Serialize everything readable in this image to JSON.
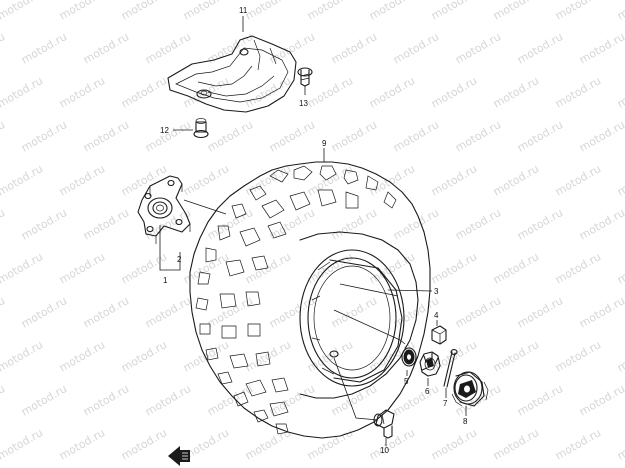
{
  "watermark": "motod.ru",
  "callouts": {
    "c1": "1",
    "c2": "2",
    "c3": "3",
    "c4": "4",
    "c5": "5",
    "c6": "6",
    "c7": "7",
    "c8": "8",
    "c9": "9",
    "c10": "10",
    "c11": "11",
    "c12": "12",
    "c13": "13"
  },
  "parts": {
    "hub": "wheel-hub",
    "tire": "tire",
    "rim": "wheel-rim",
    "guard": "skid-plate",
    "bolt12": "bolt",
    "bolt13": "bolt",
    "nut": "nut",
    "washer": "washer",
    "castle_nut": "castle-nut",
    "cotter_pin": "cotter-pin",
    "hub_cap": "hub-cap",
    "valve": "valve-stem"
  },
  "direction_icon": "front-direction-arrow-icon"
}
